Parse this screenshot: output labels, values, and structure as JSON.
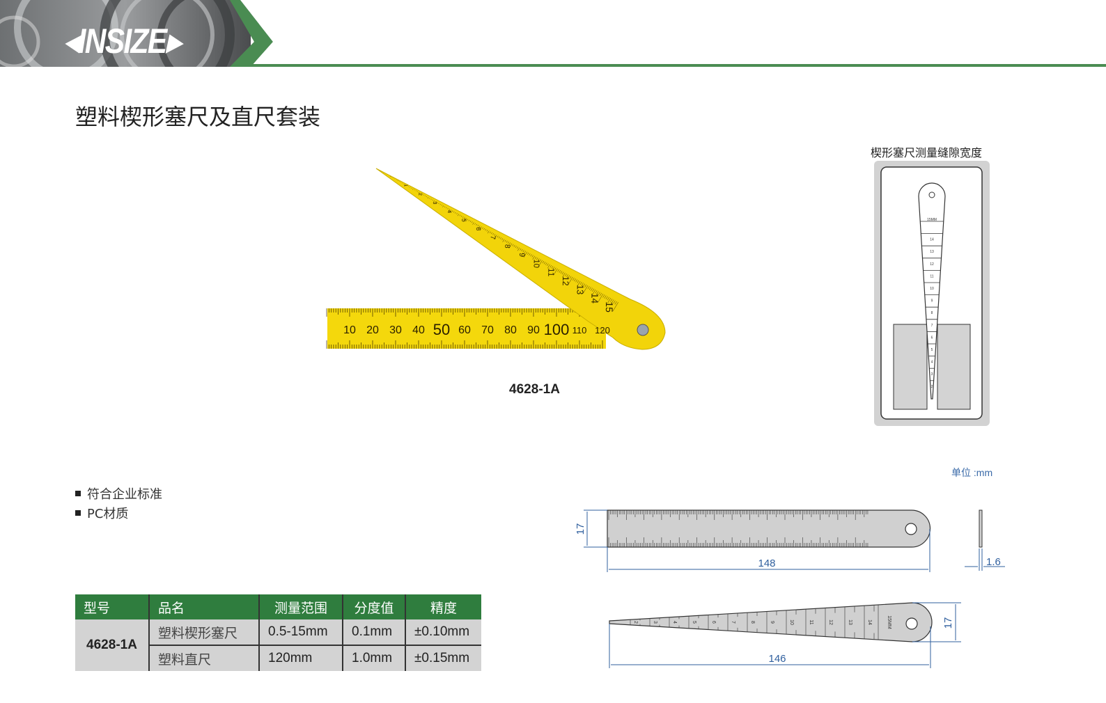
{
  "brand": {
    "logo_text": "INSIZE",
    "accent": "#4a8c52"
  },
  "page_title": "塑料楔形塞尺及直尺套装",
  "product": {
    "model_label": "4628-1A",
    "ruler_labels": [
      "10",
      "20",
      "30",
      "40",
      "50",
      "60",
      "70",
      "80",
      "90",
      "100",
      "110",
      "120"
    ],
    "wedge_labels": [
      "1",
      "2",
      "3",
      "4",
      "5",
      "6",
      "7",
      "8",
      "9",
      "10",
      "11",
      "12",
      "13",
      "14",
      "15"
    ]
  },
  "illustration": {
    "caption": "楔形塞尺测量缝隙宽度",
    "wedge_labels": [
      "15MM",
      "14",
      "13",
      "12",
      "11",
      "10",
      "9",
      "8",
      "7",
      "6",
      "5",
      "4",
      "3",
      "2"
    ]
  },
  "features": [
    "符合企业标准",
    "PC材质"
  ],
  "drawing": {
    "unit_label": "单位 :mm",
    "ruler_height": "17",
    "ruler_length": "148",
    "thickness": "1.6",
    "wedge_height": "17",
    "wedge_length": "146",
    "wedge_labels": [
      "2",
      "3",
      "4",
      "5",
      "6",
      "7",
      "8",
      "9",
      "10",
      "11",
      "12",
      "13",
      "14",
      "15MM"
    ],
    "dim_color": "#2f5f9e"
  },
  "table": {
    "headers": [
      "型号",
      "品名",
      "测量范围",
      "分度值",
      "精度"
    ],
    "model": "4628-1A",
    "rows": [
      {
        "name": "塑料楔形塞尺",
        "range": "0.5-15mm",
        "resolution": "0.1mm",
        "accuracy": "±0.10mm"
      },
      {
        "name": "塑料直尺",
        "range": "120mm",
        "resolution": "1.0mm",
        "accuracy": "±0.15mm"
      }
    ]
  }
}
